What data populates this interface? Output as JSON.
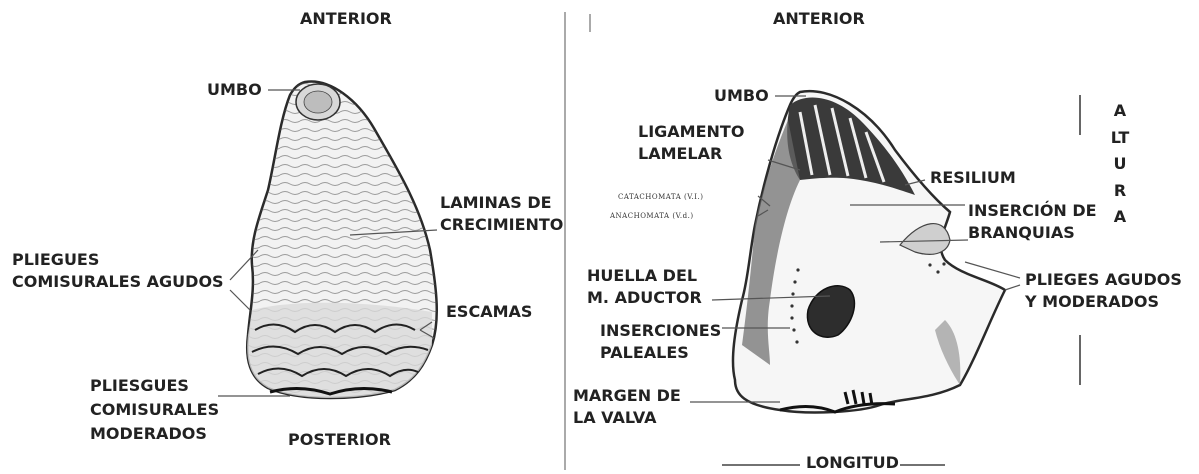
{
  "left_panel": {
    "anterior": "ANTERIOR",
    "umbo": "UMBO",
    "laminas_line1": "LAMINAS DE",
    "laminas_line2": "CRECIMIENTO",
    "pliegues_agudos_line1": "PLIEGUES",
    "pliegues_agudos_line2": "COMISURALES AGUDOS",
    "escamas": "ESCAMAS",
    "pliegues_moderados_line1": "PLIESGUES",
    "pliegues_moderados_line2": "COMISURALES",
    "pliegues_moderados_line3": "MODERADOS",
    "posterior": "POSTERIOR"
  },
  "right_panel": {
    "anterior": "ANTERIOR",
    "umbo": "UMBO",
    "ligamento_line1": "LIGAMENTO",
    "ligamento_line2": "LAMELAR",
    "resilium": "RESILIUM",
    "catachomata": "CATACHOMATA (V.I.)",
    "anachomata": "ANACHOMATA (V.d.)",
    "insercion_line1": "INSERCIÓN DE",
    "insercion_line2": "BRANQUIAS",
    "huella_line1": "HUELLA DEL",
    "huella_line2": "M. ADUCTOR",
    "plieges_line1": "PLIEGES AGUDOS",
    "plieges_line2": "Y MODERADOS",
    "inserciones_line1": "INSERCIONES",
    "inserciones_line2": "PALEALES",
    "margen_line1": "MARGEN DE",
    "margen_line2": "LA VALVA",
    "altura": "ALTURA",
    "longitud": "LONGITUD"
  }
}
